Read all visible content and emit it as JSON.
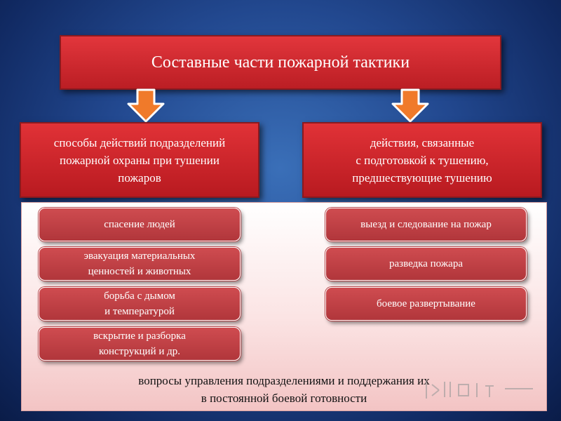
{
  "title": "Составные части пожарной тактики",
  "left_branch": {
    "header": "способы действий подразделений пожарной охраны при тушении пожаров",
    "header_lines": [
      "способы действий подразделений",
      "пожарной охраны при тушении",
      "пожаров"
    ],
    "items": [
      {
        "lines": [
          "спасение людей"
        ]
      },
      {
        "lines": [
          "эвакуация материальных",
          "ценностей и животных"
        ]
      },
      {
        "lines": [
          "борьба с дымом",
          "и температурой"
        ]
      },
      {
        "lines": [
          "вскрытие и разборка",
          "конструкций и др."
        ]
      }
    ]
  },
  "right_branch": {
    "header_lines": [
      "действия, связанные",
      "с подготовкой к тушению,",
      "предшествующие тушению"
    ],
    "items": [
      {
        "lines": [
          "выезд и следование на пожар"
        ]
      },
      {
        "lines": [
          "разведка пожара"
        ]
      },
      {
        "lines": [
          "боевое развертывание"
        ]
      }
    ]
  },
  "footer_lines": [
    "вопросы управления подразделениями и поддержания их",
    "в постоянной боевой готовности"
  ],
  "colors": {
    "box_red": "#c8262b",
    "pill_red": "#c04448",
    "arrow_orange": "#f07a2a",
    "background": "#22488f"
  }
}
